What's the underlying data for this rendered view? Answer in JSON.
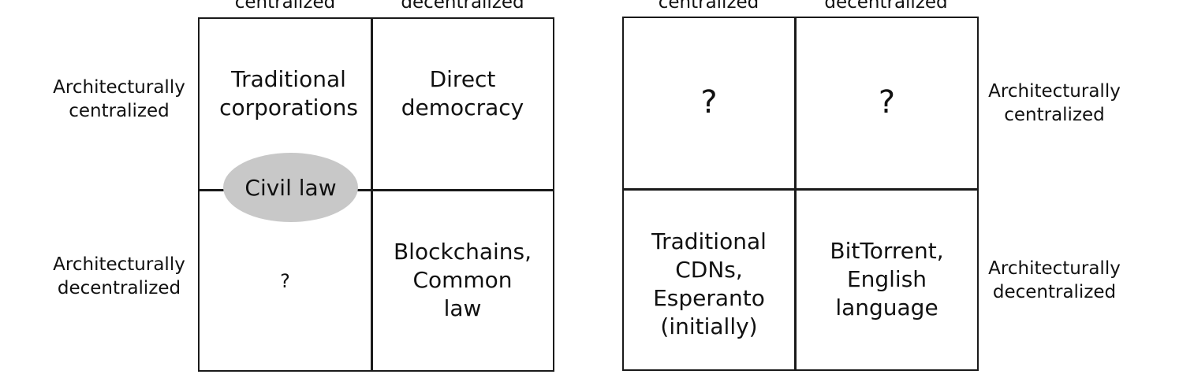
{
  "left_matrix": {
    "col_labels": [
      "centralized",
      "decentralized"
    ],
    "row_labels": [
      "Architecturally\ncentralized",
      "Architecturally\ndecentralized"
    ],
    "cells": {
      "top_left": "Traditional\ncorporations",
      "top_right": "Direct\ndemocracy",
      "bottom_left": "?",
      "bottom_right": "Blockchains,\nCommon\nlaw"
    },
    "overlay_label": "Civil law",
    "overlay_color": "#c8c8c8"
  },
  "right_matrix": {
    "col_labels": [
      "centralized",
      "decentralized"
    ],
    "row_labels": [
      "Architecturally\ncentralized",
      "Architecturally\ndecentralized"
    ],
    "cells": {
      "top_left": "?",
      "top_right": "?",
      "bottom_left": "Traditional\nCDNs,\nEsperanto\n(initially)",
      "bottom_right": "BitTorrent,\nEnglish\nlanguage"
    }
  }
}
